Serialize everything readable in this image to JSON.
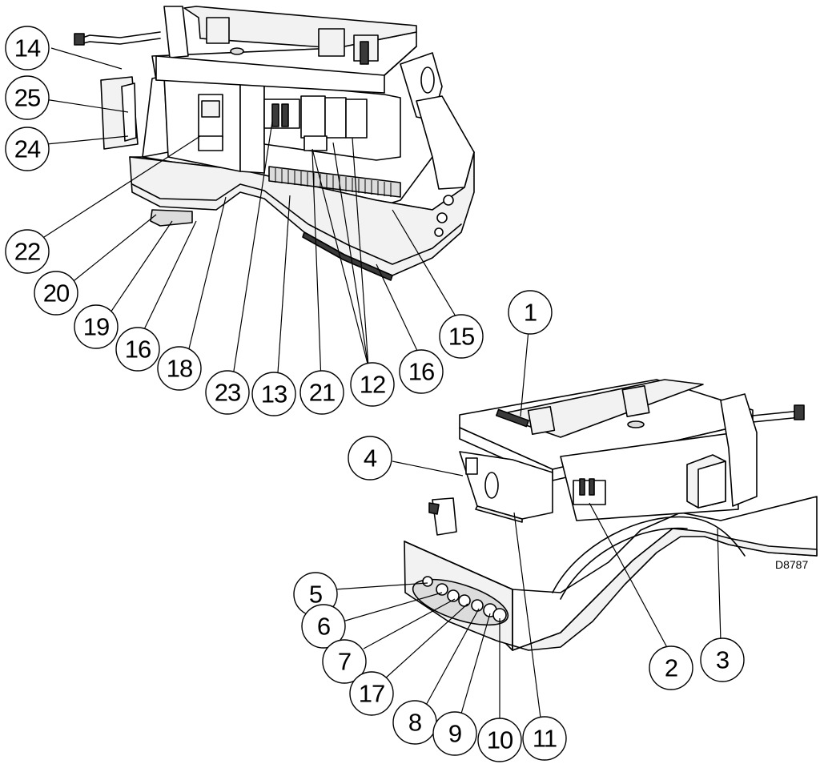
{
  "drawing_code": "D8787",
  "callouts": {
    "c14": "14",
    "c25": "25",
    "c24": "24",
    "c22": "22",
    "c20": "20",
    "c19": "19",
    "c16a": "16",
    "c18": "18",
    "c23": "23",
    "c13": "13",
    "c21": "21",
    "c12": "12",
    "c16b": "16",
    "c15": "15",
    "c1": "1",
    "c4": "4",
    "c5": "5",
    "c6": "6",
    "c7": "7",
    "c17": "17",
    "c8": "8",
    "c9": "9",
    "c10": "10",
    "c11": "11",
    "c2": "2",
    "c3": "3"
  }
}
